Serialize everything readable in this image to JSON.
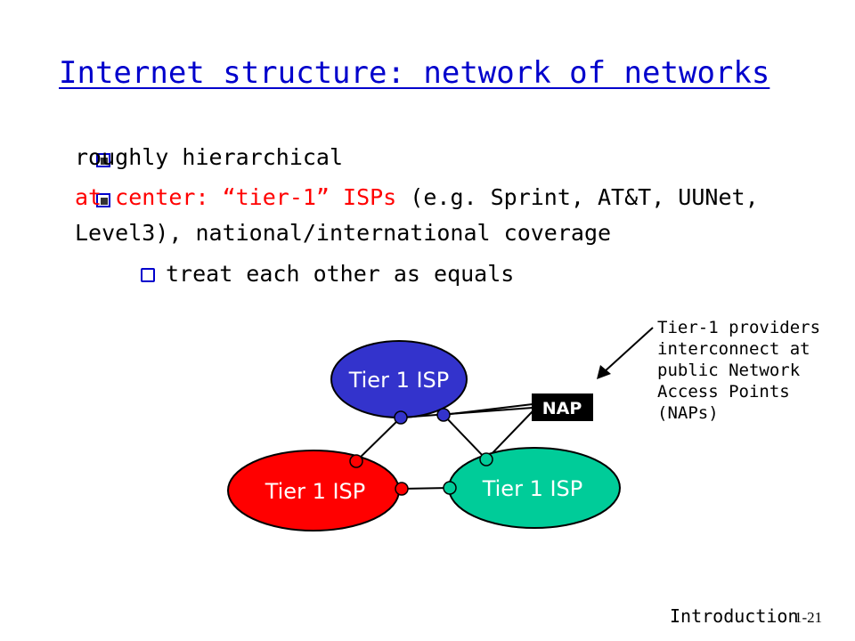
{
  "title": "Internet structure: network of networks",
  "bullets": {
    "b1": "roughly hierarchical",
    "b2_red": "at center: “tier-1” ISPs",
    "b2_rest": " (e.g. Sprint, AT&T, UUNet,",
    "b2_line2": "Level3), national/international coverage",
    "sub1": "treat each other as equals"
  },
  "diagram": {
    "isp_top": "Tier 1 ISP",
    "isp_left": "Tier 1 ISP",
    "isp_right": "Tier 1 ISP",
    "nap": "NAP",
    "colors": {
      "top": "#3333cc",
      "left": "#ff0000",
      "right": "#00cc99"
    }
  },
  "annotation": "Tier-1 providers\ninterconnect at\npublic Network\nAccess Points\n(NAPs)",
  "footer": {
    "label": "Introduction",
    "page": "1-21"
  }
}
